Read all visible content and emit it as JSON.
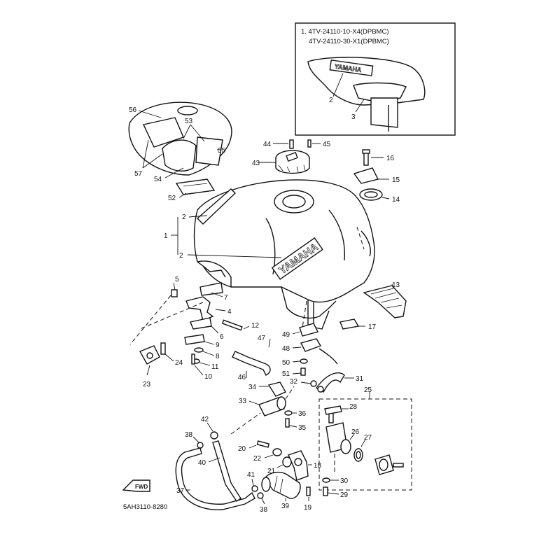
{
  "inset": {
    "line1": "1. 4TV-24110-10-X4(DPBMC)",
    "line2": "4TV-24110-30-X1(DPBMC)",
    "label_2": "2",
    "label_3": "3",
    "brand": "YAMAHA"
  },
  "tank": {
    "brand": "YAMAHA"
  },
  "fwd_label": "FWD",
  "diagram_code": "5AH3110-8280",
  "callouts": {
    "c1": "1",
    "c2a": "2",
    "c2b": "2",
    "c4": "4",
    "c5": "5",
    "c6": "6",
    "c7": "7",
    "c8": "8",
    "c9": "9",
    "c10": "10",
    "c11": "11",
    "c12": "12",
    "c13": "13",
    "c14": "14",
    "c15": "15",
    "c16": "16",
    "c17": "17",
    "c18": "18",
    "c19": "19",
    "c20": "20",
    "c21": "21",
    "c22": "22",
    "c23": "23",
    "c24": "24",
    "c25": "25",
    "c26": "26",
    "c27": "27",
    "c28": "28",
    "c29": "29",
    "c30": "30",
    "c31": "31",
    "c32": "32",
    "c33": "33",
    "c34": "34",
    "c35": "35",
    "c36": "36",
    "c37": "37",
    "c38a": "38",
    "c38b": "38",
    "c39": "39",
    "c40": "40",
    "c41": "41",
    "c42": "42",
    "c43": "43",
    "c44": "44",
    "c45": "45",
    "c46": "46",
    "c47": "47",
    "c48": "48",
    "c49": "49",
    "c50": "50",
    "c51": "51",
    "c52": "52",
    "c53": "53",
    "c54": "54",
    "c55": "55",
    "c56": "56",
    "c57": "57"
  }
}
